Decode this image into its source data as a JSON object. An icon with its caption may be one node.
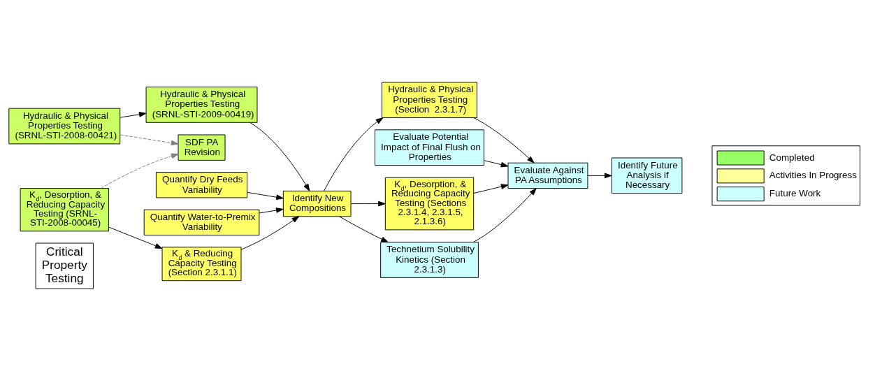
{
  "diagram": {
    "nodes": [
      {
        "text": [
          "Critical Property Testing"
        ]
      },
      {
        "text": [
          "Hydraulic & Physical Properties Testing (SRNL-STI-2008-00421)"
        ]
      },
      {
        "text": [
          "Hydraulic & Physical Properties Testing (SRNL-STI-2009-00419)"
        ]
      },
      {
        "text": [
          "Quantify Dry Feeds Variability"
        ]
      },
      {
        "text": [
          "Quantify Water-to-Premix Variability"
        ]
      },
      {
        "text": [
          "K$_{d}$, Desorption, & Reducing Capacity Testing (SRNL-STI-2008-00045)"
        ]
      },
      {
        "text": [
          "K$_{d}$ & Reducing Capacity Testing (Section 2.3.1.1)"
        ]
      },
      {
        "text": [
          "SDF PA Revision"
        ]
      },
      {
        "text": [
          "Identify New Compositions"
        ]
      },
      {
        "text": [
          "Hydraulic & Physical Properties Testing (Section  2.3.1.7)"
        ]
      },
      {
        "text": [
          "Evaluate Potential Impact of Final Flush on Properties"
        ]
      },
      {
        "text": [
          "K$_{d}$, Desorption, & Reducing Capacity Testing (Sections 2.3.1.4, 2.3.1.5, 2.1.3.6)"
        ]
      },
      {
        "text": [
          "Technetium Solubility Kinetics (Section 2.3.1.3)"
        ]
      },
      {
        "text": [
          "Evaluate Against PA Assumptions"
        ]
      },
      {
        "text": [
          "Identify Future Analysis if Necessary"
        ]
      }
    ],
    "edges": [
      {
        "from": 1,
        "to": 2,
        "arrow": "to"
      },
      {
        "from": 2,
        "to": 8,
        "arrow": "to"
      },
      {
        "from": 3,
        "to": 8,
        "arrow": "to"
      },
      {
        "from": 4,
        "to": 8,
        "arrow": "to"
      },
      {
        "from": 5,
        "to": 6,
        "arrow": "to"
      },
      {
        "from": 6,
        "to": 8,
        "arrow": "to"
      },
      {
        "from": 1,
        "to": 7,
        "arrow": "to",
        "style": "dashed",
        "color": "#808080"
      },
      {
        "from": 5,
        "to": 7,
        "arrow": "to",
        "style": "dashed",
        "color": "#808080"
      },
      {
        "from": 8,
        "to": 9,
        "arrow": "to"
      },
      {
        "from": 8,
        "to": 11,
        "arrow": "to"
      },
      {
        "from": 8,
        "to": 12,
        "arrow": "to"
      },
      {
        "from": 9,
        "to": 13,
        "arrow": "to"
      },
      {
        "from": 10,
        "to": 13,
        "arrow": "to"
      },
      {
        "from": 11,
        "to": 13,
        "arrow": "to"
      },
      {
        "from": 12,
        "to": 13,
        "arrow": "to"
      },
      {
        "from": 13,
        "to": 14,
        "arrow": "to"
      }
    ],
    "legend": [
      {
        "text": "Completed",
        "color": "#99ff66"
      },
      {
        "text": "Activities In Progress",
        "color": "#ffff99"
      },
      {
        "text": "Future Work",
        "color": "#ccffff"
      }
    ]
  }
}
